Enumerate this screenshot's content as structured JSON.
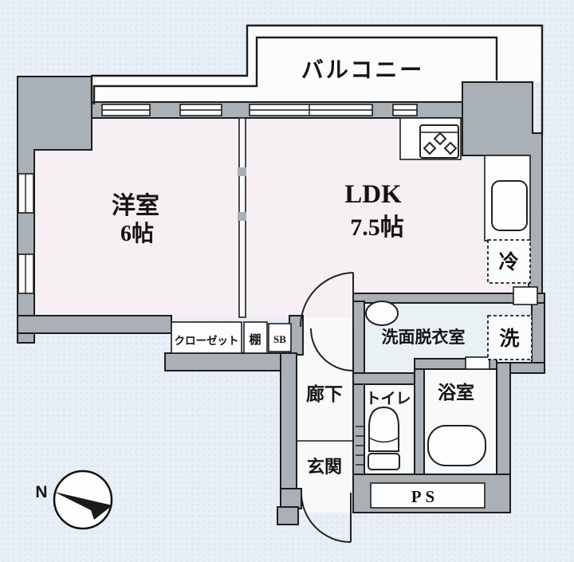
{
  "colors": {
    "bg": "#e9eff6",
    "wall": "#a9b0b6",
    "line": "#1d1d1d",
    "room_floor": "#f6eff3",
    "wet_floor": "#e9f1f4"
  },
  "labels": {
    "balcony": "バルコニー",
    "western_room_name": "洋室",
    "western_room_size": "6帖",
    "ldk_name": "LDK",
    "ldk_size": "7.5帖",
    "closet": "クローゼット",
    "shelf": "棚",
    "shoe_box": "SB",
    "washroom": "洗面脱衣室",
    "washer": "洗",
    "fridge": "冷",
    "hallway": "廊下",
    "toilet": "トイレ",
    "bathroom": "浴室",
    "entrance": "玄関",
    "pipe_space": "PS",
    "north": "N"
  }
}
